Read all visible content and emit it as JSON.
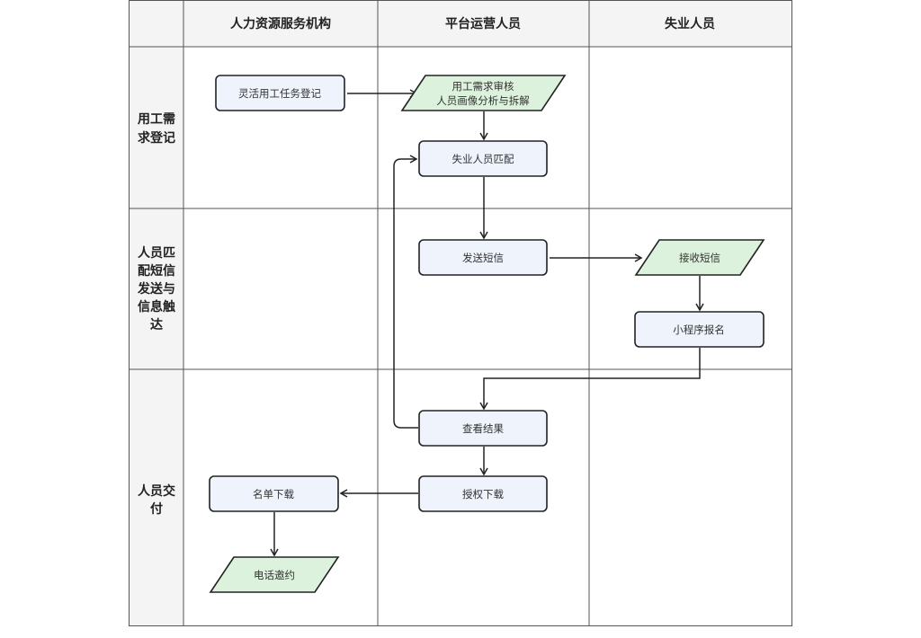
{
  "columns": [
    "人力资源服务机构",
    "平台运营人员",
    "失业人员"
  ],
  "lanes": [
    {
      "lines": [
        "用工需",
        "求登记"
      ]
    },
    {
      "lines": [
        "人员匹",
        "配短信",
        "发送与",
        "信息触",
        "达"
      ]
    },
    {
      "lines": [
        "人员交",
        "付"
      ]
    }
  ],
  "nodes": {
    "task_register": {
      "lines": [
        "灵活用工任务登记"
      ],
      "shape": "process"
    },
    "demand_review": {
      "lines": [
        "用工需求审核",
        "人员画像分析与拆解"
      ],
      "shape": "data"
    },
    "match": {
      "lines": [
        "失业人员匹配"
      ],
      "shape": "process"
    },
    "send_sms": {
      "lines": [
        "发送短信"
      ],
      "shape": "process"
    },
    "receive_sms": {
      "lines": [
        "接收短信"
      ],
      "shape": "data"
    },
    "mini_signup": {
      "lines": [
        "小程序报名"
      ],
      "shape": "process"
    },
    "view_result": {
      "lines": [
        "查看结果"
      ],
      "shape": "process"
    },
    "auth_download": {
      "lines": [
        "授权下载"
      ],
      "shape": "process"
    },
    "list_download": {
      "lines": [
        "名单下载"
      ],
      "shape": "process"
    },
    "phone_invite": {
      "lines": [
        "电话邀约"
      ],
      "shape": "data"
    }
  },
  "edges": [
    [
      "task_register",
      "demand_review"
    ],
    [
      "demand_review",
      "match"
    ],
    [
      "match",
      "send_sms"
    ],
    [
      "send_sms",
      "receive_sms"
    ],
    [
      "receive_sms",
      "mini_signup"
    ],
    [
      "mini_signup",
      "view_result"
    ],
    [
      "view_result",
      "match"
    ],
    [
      "view_result",
      "auth_download"
    ],
    [
      "auth_download",
      "list_download"
    ],
    [
      "list_download",
      "phone_invite"
    ]
  ],
  "colors": {
    "process_fill": "#eef3fc",
    "data_fill": "#dcf2dc",
    "header_fill": "#f4f4f4",
    "stroke": "#222222"
  }
}
